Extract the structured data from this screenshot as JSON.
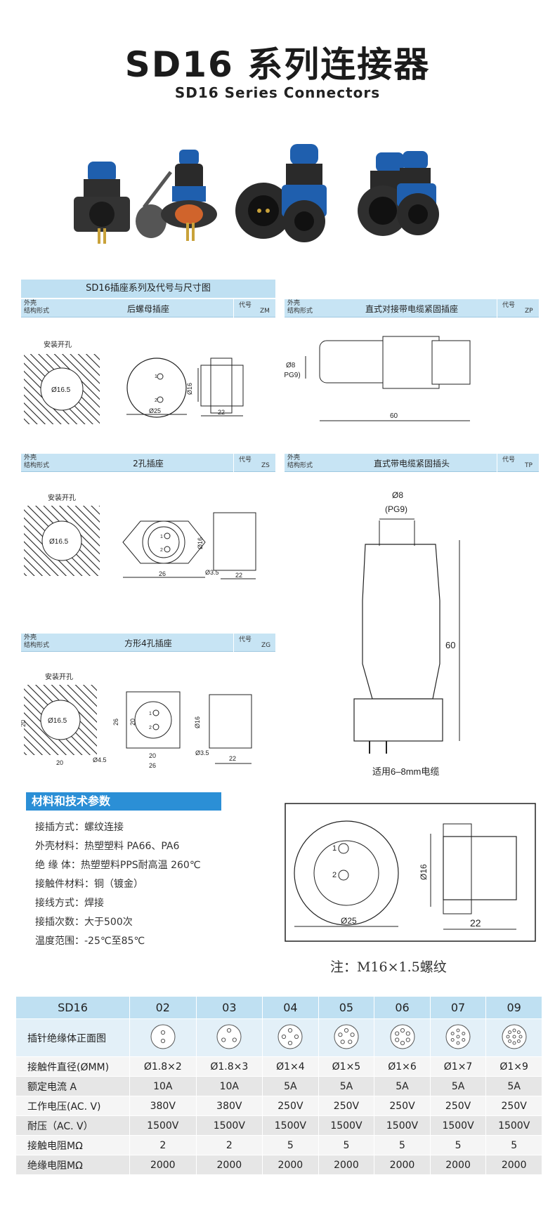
{
  "header": {
    "title": "SD16 系列连接器",
    "subtitle": "SD16 Series Connectors"
  },
  "series_bar": "SD16插座系列及代号与尺寸图",
  "sections": [
    {
      "left": "外壳\n结构形式",
      "l1": "外壳",
      "l2": "结构形式",
      "name": "后螺母插座",
      "code_label": "代号",
      "code": "ZM"
    },
    {
      "l1": "外壳",
      "l2": "结构形式",
      "name": "直式对接带电缆紧固插座",
      "code_label": "代号",
      "code": "ZP"
    },
    {
      "l1": "外壳",
      "l2": "结构形式",
      "name": "2孔插座",
      "code_label": "代号",
      "code": "ZS"
    },
    {
      "l1": "外壳",
      "l2": "结构形式",
      "name": "直式带电缆紧固插头",
      "code_label": "代号",
      "code": "TP"
    },
    {
      "l1": "外壳",
      "l2": "结构形式",
      "name": "方形4孔插座",
      "code_label": "代号",
      "code": "ZG"
    }
  ],
  "drawings": {
    "mount_hole": "安装开孔",
    "d165": "Ø16.5",
    "d25": "Ø25",
    "d16": "Ø16",
    "d8": "Ø8",
    "pg9": "(PG9)",
    "d35": "Ø3.5",
    "d45": "Ø4.5",
    "n22": "22",
    "n60": "60",
    "n26": "26",
    "n20": "20",
    "pin1": "1",
    "pin2": "2",
    "cable_note": "适用6–8mm电缆"
  },
  "materials": {
    "title": "材料和技术参数",
    "items": [
      "接插方式：螺纹连接",
      "外壳材料：热塑塑料 PA66、PA6",
      "绝  缘  体：热塑塑料PPS耐高温 260℃",
      "接触件材料：铜（镀金）",
      "接线方式：焊接",
      "接插次数：大于500次",
      "温度范围：-25℃至85℃"
    ]
  },
  "thread_note": "注：M16×1.5螺纹",
  "spec_table": {
    "header": [
      "SD16",
      "02",
      "03",
      "04",
      "05",
      "06",
      "07",
      "09"
    ],
    "pin_row_label": "插针绝缘体正面图",
    "pin_counts": [
      2,
      3,
      4,
      5,
      6,
      7,
      9
    ],
    "rows": [
      {
        "label": "接触件直径(ØMM)",
        "values": [
          "Ø1.8×2",
          "Ø1.8×3",
          "Ø1×4",
          "Ø1×5",
          "Ø1×6",
          "Ø1×7",
          "Ø1×9"
        ]
      },
      {
        "label": "额定电流 A",
        "values": [
          "10A",
          "10A",
          "5A",
          "5A",
          "5A",
          "5A",
          "5A"
        ]
      },
      {
        "label": "工作电压(AC. V)",
        "values": [
          "380V",
          "380V",
          "250V",
          "250V",
          "250V",
          "250V",
          "250V"
        ]
      },
      {
        "label": "耐压（AC. V）",
        "values": [
          "1500V",
          "1500V",
          "1500V",
          "1500V",
          "1500V",
          "1500V",
          "1500V"
        ]
      },
      {
        "label": "接触电阻MΩ",
        "values": [
          "2",
          "2",
          "5",
          "5",
          "5",
          "5",
          "5"
        ]
      },
      {
        "label": "绝缘电阻MΩ",
        "values": [
          "2000",
          "2000",
          "2000",
          "2000",
          "2000",
          "2000",
          "2000"
        ]
      }
    ]
  },
  "colors": {
    "accent": "#2b8fd6",
    "header_bg": "#bfe0f2",
    "connector_blue": "#1f5fae",
    "connector_black": "#2a2a2a"
  }
}
